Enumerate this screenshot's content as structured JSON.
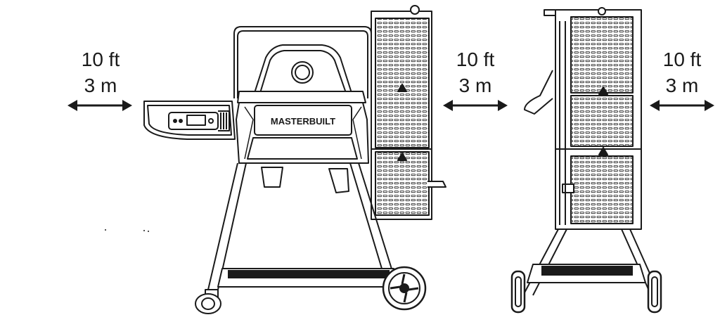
{
  "clearances": [
    {
      "feet": "10 ft",
      "meters": "3 m"
    },
    {
      "feet": "10 ft",
      "meters": "3 m"
    },
    {
      "feet": "10 ft",
      "meters": "3 m"
    }
  ],
  "brand_label": "MASTERBUILT",
  "colors": {
    "line": "#1a1a1a",
    "background": "#ffffff",
    "panel": "#4a4a4a"
  },
  "icons": [
    "double-arrow-icon",
    "grill-front-view",
    "grill-side-view",
    "control-panel-icon",
    "warning-triangle-icon",
    "caster-wheel-icon"
  ]
}
